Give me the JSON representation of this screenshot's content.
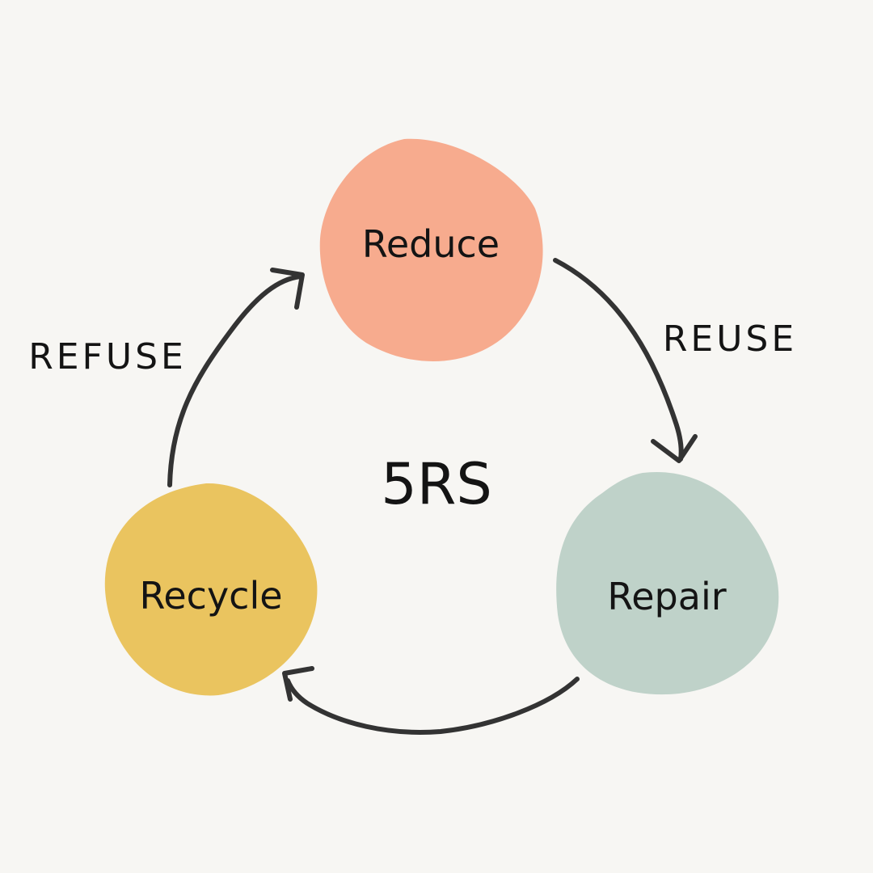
{
  "diagram": {
    "center_label": "5RS",
    "nodes": [
      {
        "id": "reduce",
        "label": "Reduce",
        "color": "#f7ab8e"
      },
      {
        "id": "repair",
        "label": "Repair",
        "color": "#bfd2c9"
      },
      {
        "id": "recycle",
        "label": "Recycle",
        "color": "#eac45f"
      }
    ],
    "edges": [
      {
        "from": "reduce",
        "to": "repair",
        "label": "REUSE"
      },
      {
        "from": "repair",
        "to": "recycle",
        "label": ""
      },
      {
        "from": "recycle",
        "to": "reduce",
        "label": "REFUSE"
      }
    ],
    "colors": {
      "background": "#f7f6f3",
      "arrow": "#333333",
      "text": "#141414"
    }
  }
}
